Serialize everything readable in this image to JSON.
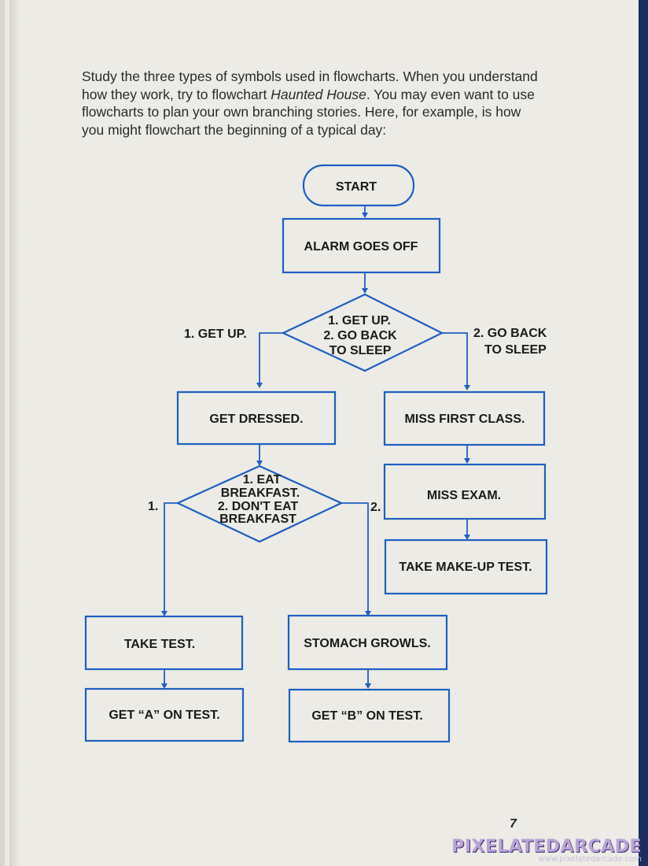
{
  "intro": {
    "before": "Study the three types of symbols used in flowcharts. When you understand how they work, try to flowchart ",
    "title": "Haunted House",
    "after": ". You may even want to use flowcharts to plan your own branching stories. Here, for example, is how you might flowchart the beginning of a typical day:"
  },
  "flowchart": {
    "start": "START",
    "alarm": "ALARM GOES OFF",
    "decision1": [
      "1.  GET UP.",
      "2.  GO BACK",
      "TO SLEEP"
    ],
    "branch1_left": "1.  GET UP.",
    "branch1_right": [
      "2.  GO BACK",
      "TO SLEEP"
    ],
    "get_dressed": "GET DRESSED.",
    "miss_first_class": "MISS FIRST CLASS.",
    "miss_exam": "MISS EXAM.",
    "make_up_test": "TAKE MAKE-UP TEST.",
    "decision2": [
      "1.  EAT",
      "BREAKFAST.",
      "2.  DON'T EAT",
      "BREAKFAST"
    ],
    "branch2_left": "1.",
    "branch2_right": "2.",
    "take_test": "TAKE TEST.",
    "stomach": "STOMACH GROWLS.",
    "get_a": "GET “A” ON TEST.",
    "get_b": "GET “B” ON TEST."
  },
  "page_number": "7",
  "watermark": {
    "title": "PIXELATEDARCADE",
    "url": "www.pixelatedarcade.com"
  }
}
